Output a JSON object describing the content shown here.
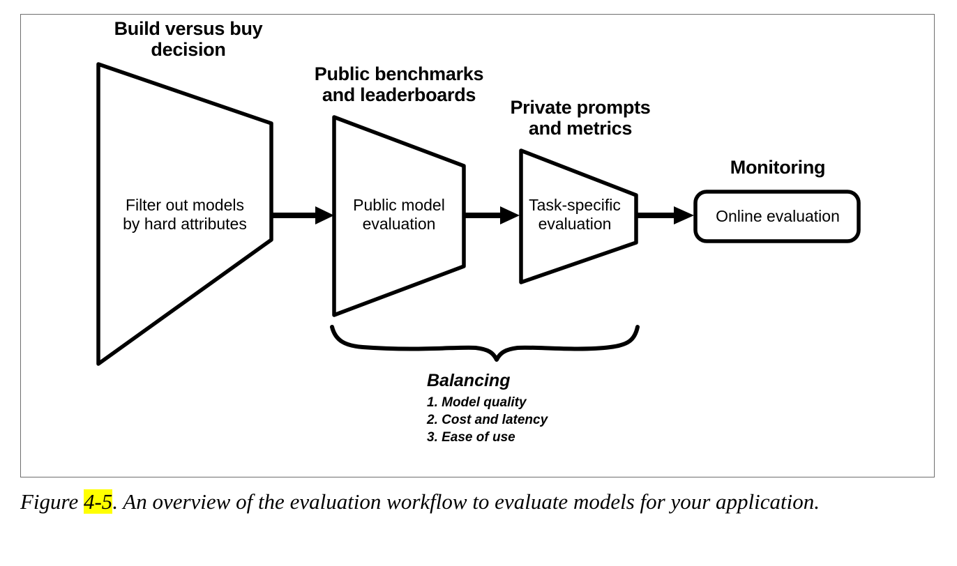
{
  "figure": {
    "caption_prefix": "Figure ",
    "caption_number": "4-5",
    "caption_rest": ". An overview of the evaluation workflow to evaluate models for your application.",
    "highlight_color": "#ffff00",
    "frame_color": "#6d6d6d",
    "stroke_color": "#000000",
    "background_color": "#ffffff"
  },
  "diagram": {
    "type": "flow",
    "stages": [
      {
        "id": "build-versus-buy",
        "title": "Build versus buy\ndecision",
        "body": "Filter out models\nby hard attributes",
        "shape": "funnel"
      },
      {
        "id": "public-model-evaluation",
        "title": "Public benchmarks\nand leaderboards",
        "body": "Public model\nevaluation",
        "shape": "funnel"
      },
      {
        "id": "task-specific-evaluation",
        "title": "Private prompts\nand metrics",
        "body": "Task-specific\nevaluation",
        "shape": "funnel"
      },
      {
        "id": "online-evaluation",
        "title": "Monitoring",
        "body": "Online evaluation",
        "shape": "rounded-rect"
      }
    ],
    "connectors": [
      {
        "from": "build-versus-buy",
        "to": "public-model-evaluation",
        "kind": "arrow"
      },
      {
        "from": "public-model-evaluation",
        "to": "task-specific-evaluation",
        "kind": "arrow"
      },
      {
        "from": "task-specific-evaluation",
        "to": "online-evaluation",
        "kind": "arrow"
      }
    ],
    "annotation": {
      "brace_spans": [
        "public-model-evaluation",
        "task-specific-evaluation"
      ],
      "heading": "Balancing",
      "items": [
        "1. Model quality",
        "2. Cost and latency",
        "3. Ease of use"
      ]
    }
  }
}
